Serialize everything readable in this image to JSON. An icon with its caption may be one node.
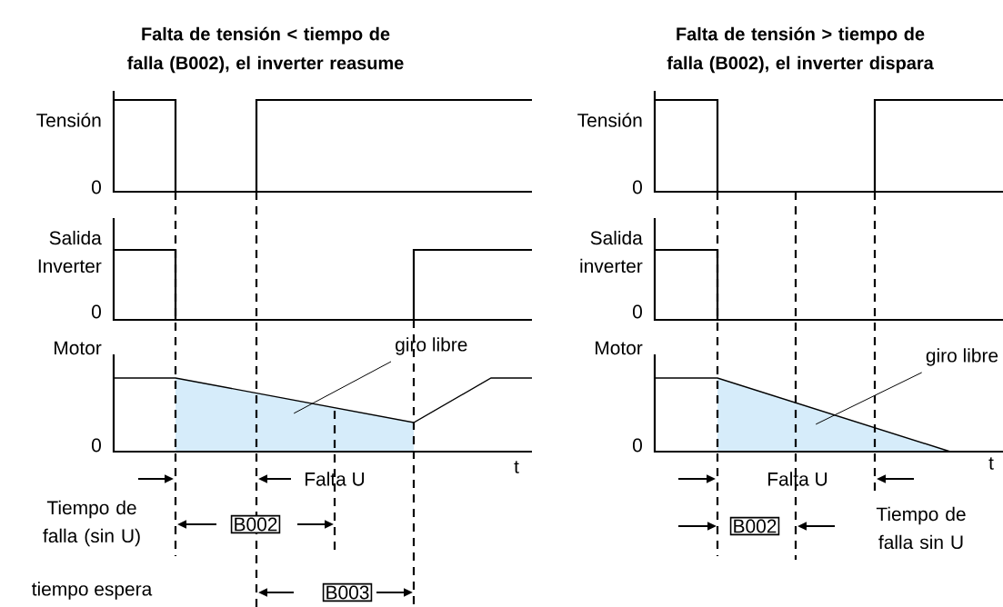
{
  "diagram": {
    "nodes": [
      {
        "text": [
          "giro libre"
        ]
      },
      {
        "text": [
          "B002"
        ]
      },
      {
        "text": [
          "B003"
        ]
      },
      {
        "text": [
          "giro libre"
        ]
      },
      {
        "text": [
          "B002"
        ]
      },
      {
        "text": [],
        "shape": "polygon"
      },
      {
        "text": [],
        "shape": "polygon"
      }
    ],
    "edges": [
      {
        "from": 0,
        "to": 5,
        "arrow": "none"
      },
      {
        "from": 3,
        "to": 6,
        "arrow": "none"
      }
    ],
    "labels": [
      "Falta de tensión < tiempo de falla (B002), el inverter reasume",
      "Falta de tensión > tiempo de falla (B002), el inverter dispara",
      "Tensión",
      "0",
      "Salida Inverter",
      "0",
      "Motor",
      "0",
      "t",
      "Falta U",
      "Tiempo de falla (sin U)",
      "tiempo espera",
      "Tensión",
      "0",
      "Salida inverter",
      "0",
      "Motor",
      "0",
      "t",
      "Falta U",
      "Tiempo de falla sin U"
    ]
  }
}
